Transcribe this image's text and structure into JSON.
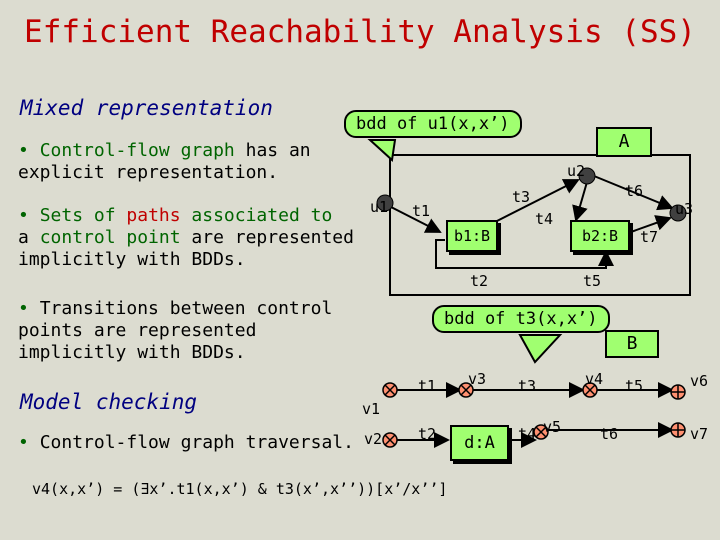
{
  "title": "Efficient Reachability Analysis (SS)",
  "mixed_heading": "Mixed representation",
  "bullet1": {
    "bullet": "•",
    "w1": "Control-flow graph",
    "w2": " has an",
    "line2": "explicit representation."
  },
  "bullet2": {
    "bullet": "•",
    "w1": "Sets of ",
    "w2": "paths",
    "w3": " associated to",
    "w4": "a ",
    "w5": "control point",
    "w6": " are represented",
    "line3": "implicitly with BDDs."
  },
  "bullet3": {
    "bullet": "•",
    "line1": "Transitions between control",
    "line2": "points are represented",
    "line3": "implicitly with BDDs."
  },
  "model_heading": "Model checking",
  "bullet4": {
    "bullet": "•",
    "text": "Control-flow graph traversal."
  },
  "formula": "v4(x,x’) = (∃x’.t1(x,x’) & t3(x’,x’’))[x’/x’’]",
  "callout1": "bdd of u1(x,x’)",
  "callout2": "bdd of t3(x,x’)",
  "graphA": {
    "label": "A",
    "u1": "u1",
    "u2": "u2",
    "u3": "u3",
    "t1": "t1",
    "t2": "t2",
    "t3": "t3",
    "t4": "t4",
    "t5": "t5",
    "t6": "t6",
    "t7": "t7",
    "b1": "b1:B",
    "b2": "b2:B"
  },
  "graphB": {
    "label": "B",
    "v1": "v1",
    "v2": "v2",
    "v3": "v3",
    "v4": "v4",
    "v5": "v5",
    "v6": "v6",
    "v7": "v7",
    "t1": "t1",
    "t2": "t2",
    "t3": "t3",
    "t4": "t4",
    "t5": "t5",
    "t6": "t6",
    "d": "d:A"
  },
  "colors": {
    "title": "#c00000",
    "heading": "#000080",
    "highlight": "#006400",
    "node": "#404040",
    "box_fill": "#a0ff70",
    "background": "#dcdcd0"
  }
}
